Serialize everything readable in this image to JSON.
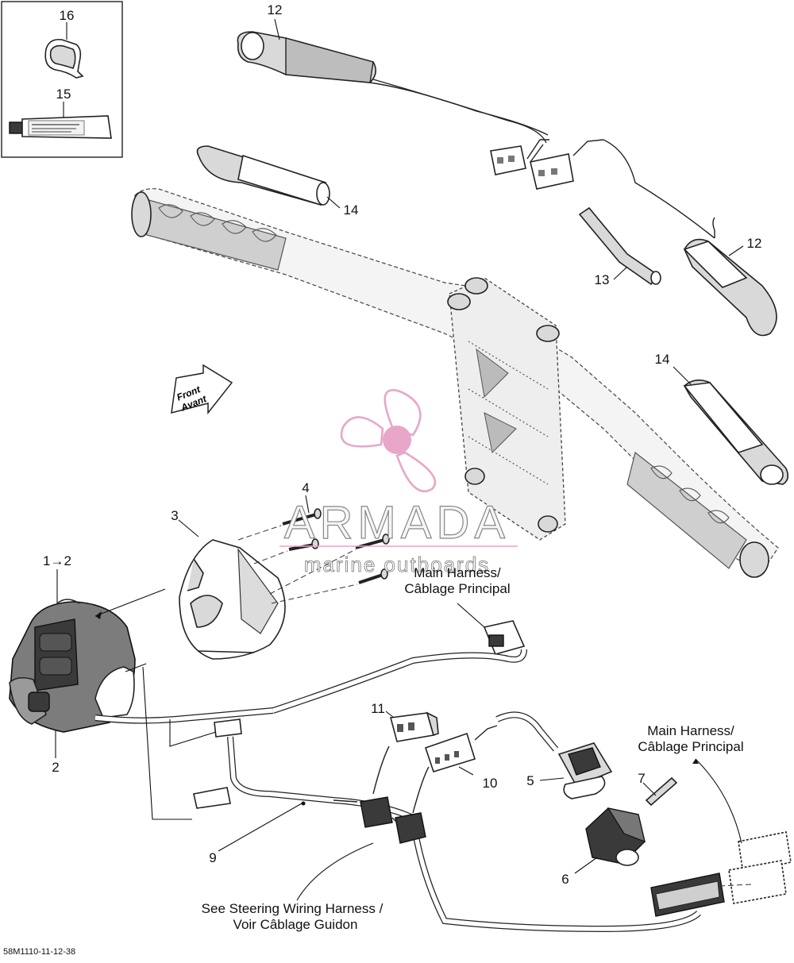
{
  "diagram": {
    "callouts": {
      "c1_2": "1→2",
      "c2": "2",
      "c3": "3",
      "c4": "4",
      "c5": "5",
      "c6": "6",
      "c7": "7",
      "c9": "9",
      "c10": "10",
      "c11": "11",
      "c12_top": "12",
      "c12_right": "12",
      "c13": "13",
      "c14_top": "14",
      "c14_right": "14",
      "c15": "15",
      "c16": "16"
    },
    "notes": {
      "main_harness_1_en": "Main Harness/",
      "main_harness_1_fr": "Câblage Principal",
      "main_harness_2_en": "Main Harness/",
      "main_harness_2_fr": "Câblage Principal",
      "steering_en": "See Steering Wiring Harness /",
      "steering_fr": "Voir Câblage Guidon"
    },
    "front_arrow": {
      "line1": "Front",
      "line2": "Avant"
    },
    "watermark": {
      "brand": "ARMADA",
      "tagline": "marine outboards",
      "accent_color": "#e8a6c8"
    },
    "reference_code": "58M1110-11-12-38"
  }
}
